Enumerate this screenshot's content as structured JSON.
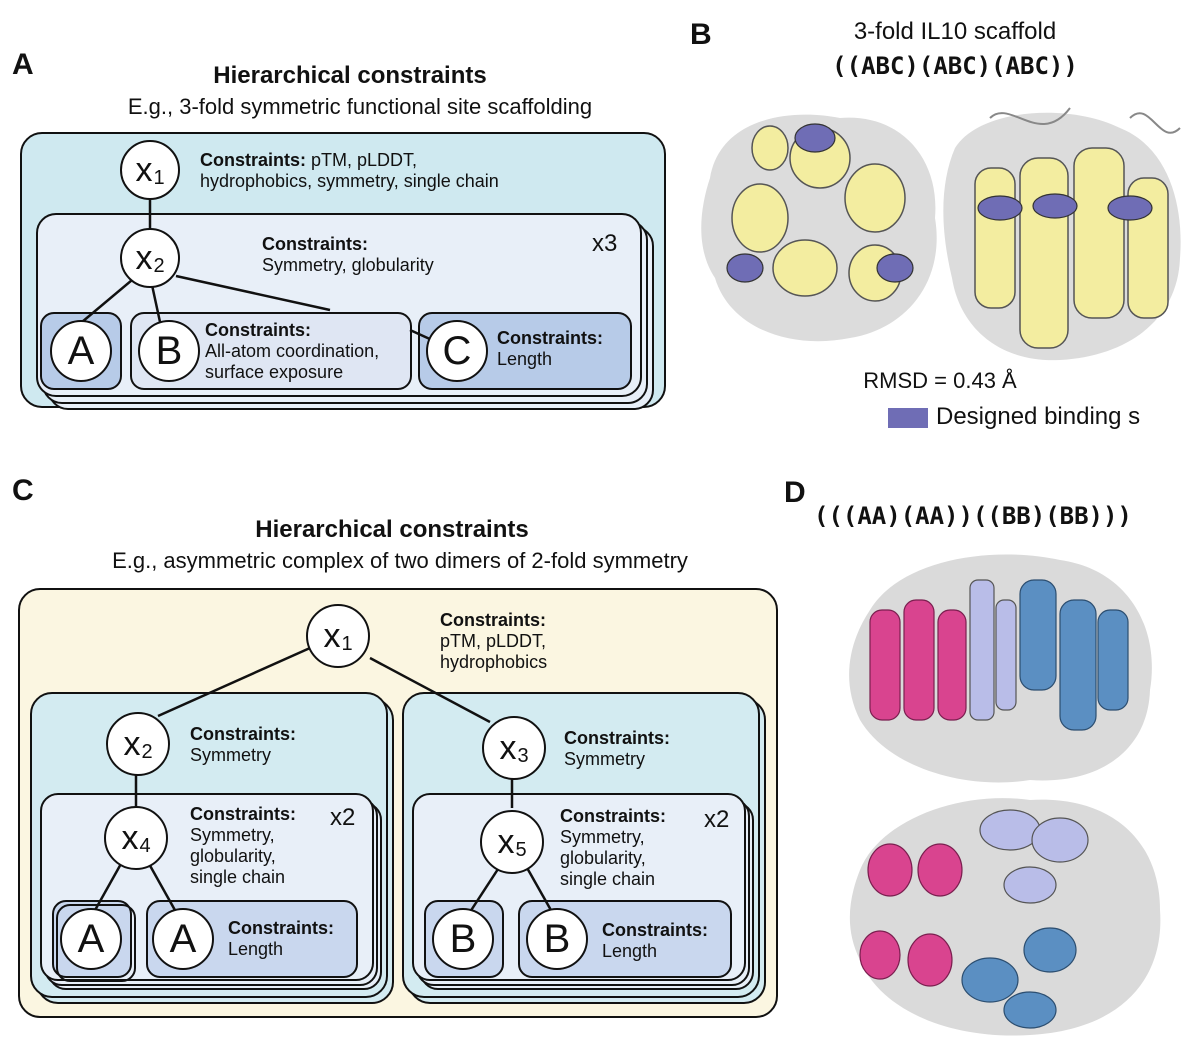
{
  "panel_a": {
    "letter": "A",
    "title": "Hierarchical constraints",
    "subtitle": "E.g., 3-fold symmetric functional site scaffolding",
    "x1": {
      "label": "x",
      "sub": "1",
      "constraints_title": "Constraints:",
      "constraints_l1": "pTM, pLDDT,",
      "constraints_l2": "hydrophobics, symmetry, single chain"
    },
    "x2": {
      "label": "x",
      "sub": "2",
      "constraints_title": "Constraints:",
      "constraints_l1": "Symmetry, globularity",
      "multiplier": "x3"
    },
    "leaf_a": "A",
    "leaf_b": {
      "label": "B",
      "constraints_title": "Constraints:",
      "constraints_l1": "All-atom coordination,",
      "constraints_l2": "surface exposure"
    },
    "leaf_c": {
      "label": "C",
      "constraints_title": "Constraints:",
      "constraints_l1": "Length"
    },
    "colors": {
      "outer": "#cfe9f0",
      "inner": "#e8eff8",
      "leaf": "#b7cbe8"
    }
  },
  "panel_b": {
    "letter": "B",
    "title": "3-fold IL10 scaffold",
    "notation": "((ABC)(ABC)(ABC))",
    "rmsd": "RMSD = 0.43 Å",
    "legend": "Designed binding s",
    "colors": {
      "scaffold": "#f3eda0",
      "binding": "#6f6db5",
      "surface": "#d9d9d9"
    }
  },
  "panel_c": {
    "letter": "C",
    "title": "Hierarchical constraints",
    "subtitle": "E.g., asymmetric complex of two dimers of 2-fold symmetry",
    "x1": {
      "label": "x",
      "sub": "1",
      "constraints_title": "Constraints:",
      "constraints_l1": "pTM, pLDDT,",
      "constraints_l2": "hydrophobics"
    },
    "x2": {
      "label": "x",
      "sub": "2",
      "constraints_title": "Constraints:",
      "constraints_l1": "Symmetry"
    },
    "x3": {
      "label": "x",
      "sub": "3",
      "constraints_title": "Constraints:",
      "constraints_l1": "Symmetry"
    },
    "x4": {
      "label": "x",
      "sub": "4",
      "constraints_title": "Constraints:",
      "constraints_l1": "Symmetry,",
      "constraints_l2": "globularity,",
      "constraints_l3": "single chain",
      "multiplier": "x2"
    },
    "x5": {
      "label": "x",
      "sub": "5",
      "constraints_title": "Constraints:",
      "constraints_l1": "Symmetry,",
      "constraints_l2": "globularity,",
      "constraints_l3": "single chain",
      "multiplier": "x2"
    },
    "leaf_a1": "A",
    "leaf_a2": {
      "label": "A",
      "constraints_title": "Constraints:",
      "constraints_l1": "Length"
    },
    "leaf_b1": "B",
    "leaf_b2": {
      "label": "B",
      "constraints_title": "Constraints:",
      "constraints_l1": "Length"
    },
    "colors": {
      "outer": "#fbf6e1",
      "mid": "#d3ebf1",
      "inner": "#e8eff8",
      "leaf": "#c9d7ee"
    }
  },
  "panel_d": {
    "letter": "D",
    "notation": "(((AA)(AA))((BB)(BB)))",
    "colors": {
      "chain_a": "#d9448f",
      "chain_b": "#5b8fc2",
      "chain_c": "#b9bde8",
      "surface": "#d9d9d9"
    }
  }
}
